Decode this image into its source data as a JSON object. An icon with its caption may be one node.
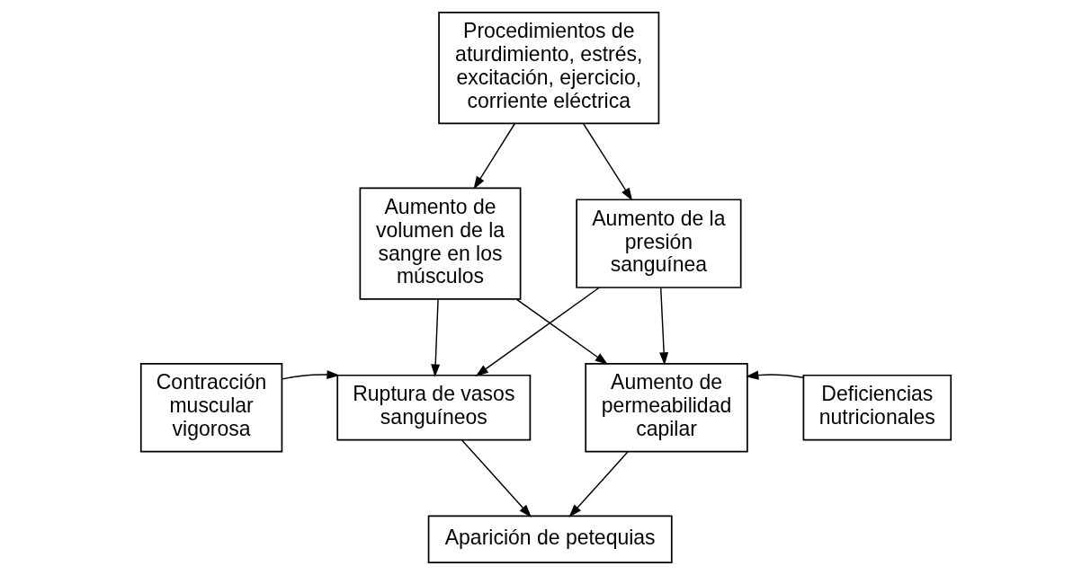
{
  "diagram": {
    "nodes": [
      {
        "text": [
          "Procedimientos de aturdimiento, estrés, excitación, ejercicio, corriente eléctrica"
        ]
      },
      {
        "text": [
          "Aumento de volumen de la sangre en los músculos"
        ]
      },
      {
        "text": [
          "Aumento de la presión sanguínea"
        ]
      },
      {
        "text": [
          "Contracción muscular vigorosa"
        ]
      },
      {
        "text": [
          "Deficiencias nutricionales"
        ]
      },
      {
        "text": [
          "Ruptura de vasos sanguíneos"
        ]
      },
      {
        "text": [
          "Aumento de permeabilidad capilar"
        ]
      },
      {
        "text": [
          "Aparición de petequias"
        ]
      }
    ],
    "edges": [
      {
        "from": 0,
        "to": 1,
        "arrow": "to"
      },
      {
        "from": 0,
        "to": 2,
        "arrow": "to"
      },
      {
        "from": 1,
        "to": 5,
        "arrow": "to"
      },
      {
        "from": 1,
        "to": 6,
        "arrow": "to"
      },
      {
        "from": 2,
        "to": 5,
        "arrow": "to"
      },
      {
        "from": 2,
        "to": 6,
        "arrow": "to"
      },
      {
        "from": 3,
        "to": 5,
        "arrow": "to"
      },
      {
        "from": 4,
        "to": 6,
        "arrow": "to"
      },
      {
        "from": 5,
        "to": 7,
        "arrow": "to"
      },
      {
        "from": 6,
        "to": 7,
        "arrow": "to"
      }
    ]
  }
}
